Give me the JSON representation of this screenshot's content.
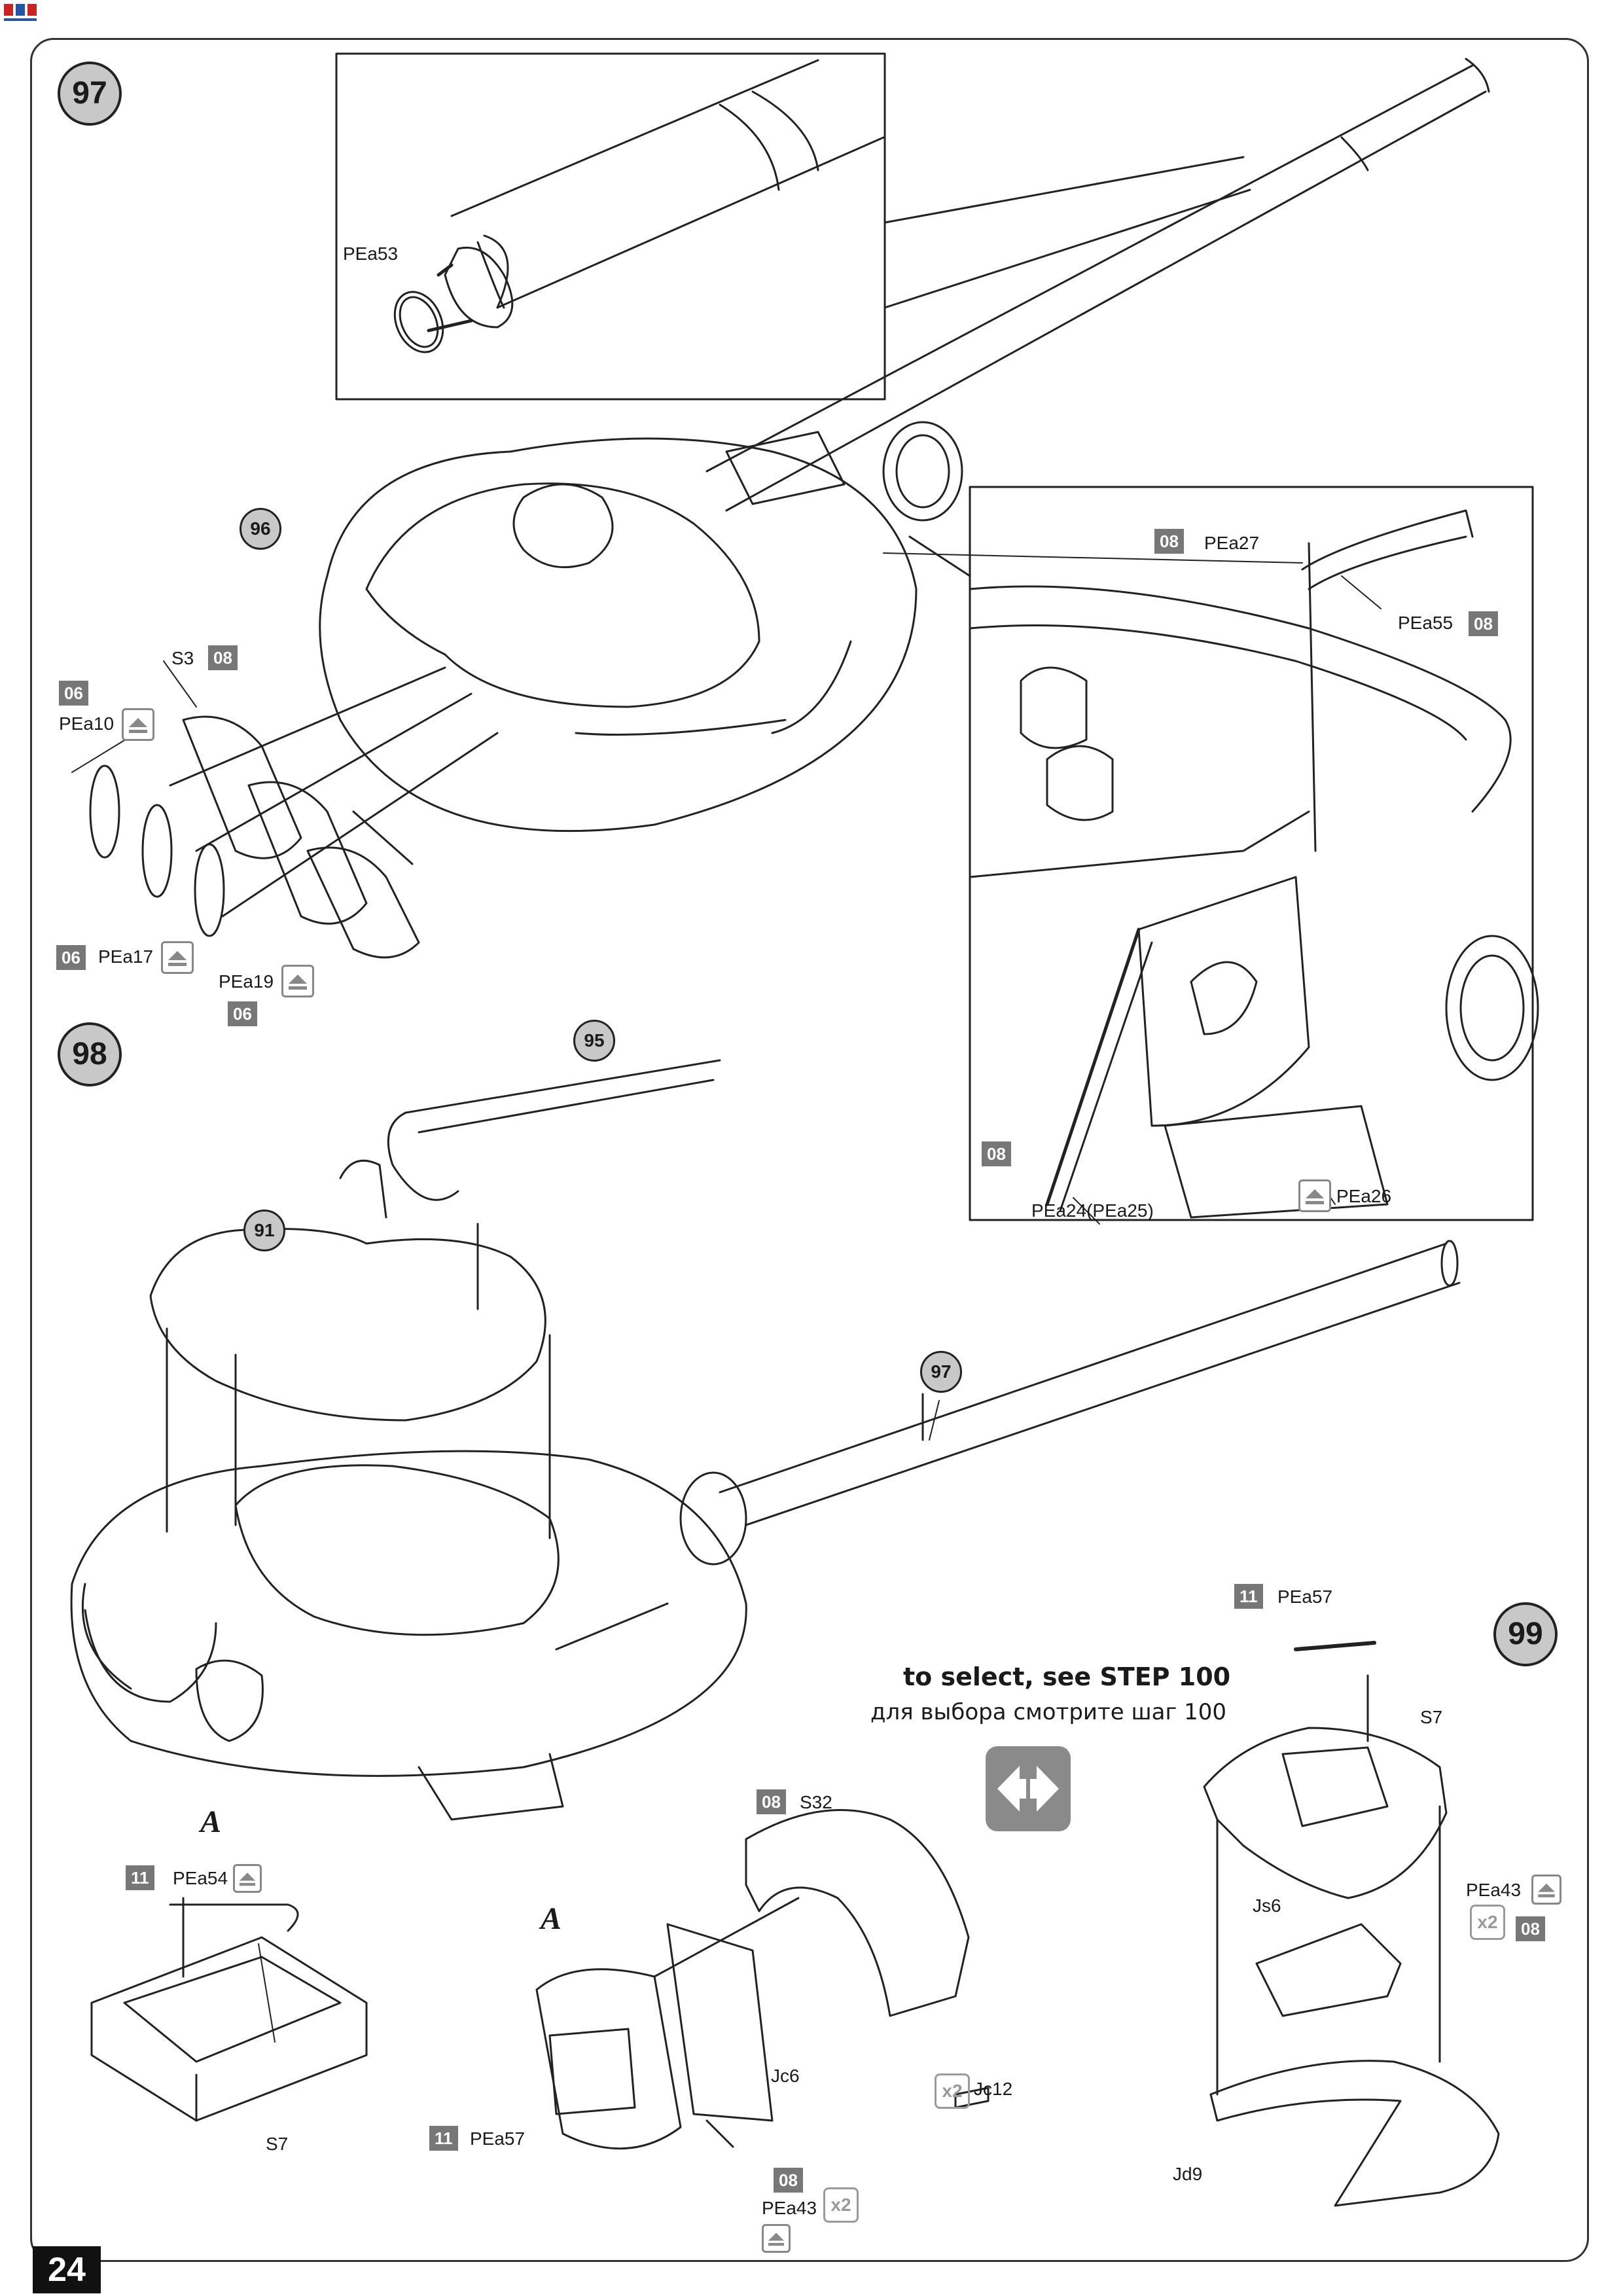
{
  "page_number": "24",
  "steps": {
    "s97": "97",
    "s98": "98",
    "s99": "99",
    "ref96": "96",
    "ref95": "95",
    "ref91": "91",
    "ref97": "97"
  },
  "labels": {
    "pea53": "PEa53",
    "s3": "S3",
    "pea10": "PEa10",
    "pea17": "PEa17",
    "pea19": "PEa19",
    "pea27": "PEa27",
    "pea55": "PEa55",
    "pea24": "PEa24(PEa25)",
    "pea26": "PEa26",
    "pea57_top": "PEa57",
    "s7_right": "S7",
    "pea43_right": "PEa43",
    "js6": "Js6",
    "jd9": "Jd9",
    "pea54": "PEa54",
    "s7_left": "S7",
    "s32": "S32",
    "jc6": "Jc6",
    "jc12": "Jc12",
    "pea57_bottom": "PEa57",
    "pea43_bottom": "PEa43",
    "letter_a1": "A",
    "letter_a2": "A"
  },
  "badges": {
    "b08_s3": "08",
    "b06_pea10": "06",
    "b06_pea17": "06",
    "b06_pea19": "06",
    "b08_pea27": "08",
    "b08_pea55": "08",
    "b08_pea24": "08",
    "b11_pea57": "11",
    "b08_pea43r": "08",
    "b11_pea54": "11",
    "b08_s32": "08",
    "b11_pea57b": "11",
    "b08_pea43b": "08"
  },
  "multipliers": {
    "x2_pea43r": "x2",
    "x2_jc12": "x2",
    "x2_pea43b": "x2"
  },
  "instruction": {
    "en": "to select, see STEP 100",
    "ru": "для выбора смотрите шаг 100"
  },
  "colors": {
    "badge": "#777777",
    "step_circle": "#c8c8c8",
    "line": "#222222",
    "logo_accent": "#cc2222"
  },
  "icons": {
    "photo_etch": "photo-etch-icon",
    "select_arrows": "select-arrows-icon"
  }
}
